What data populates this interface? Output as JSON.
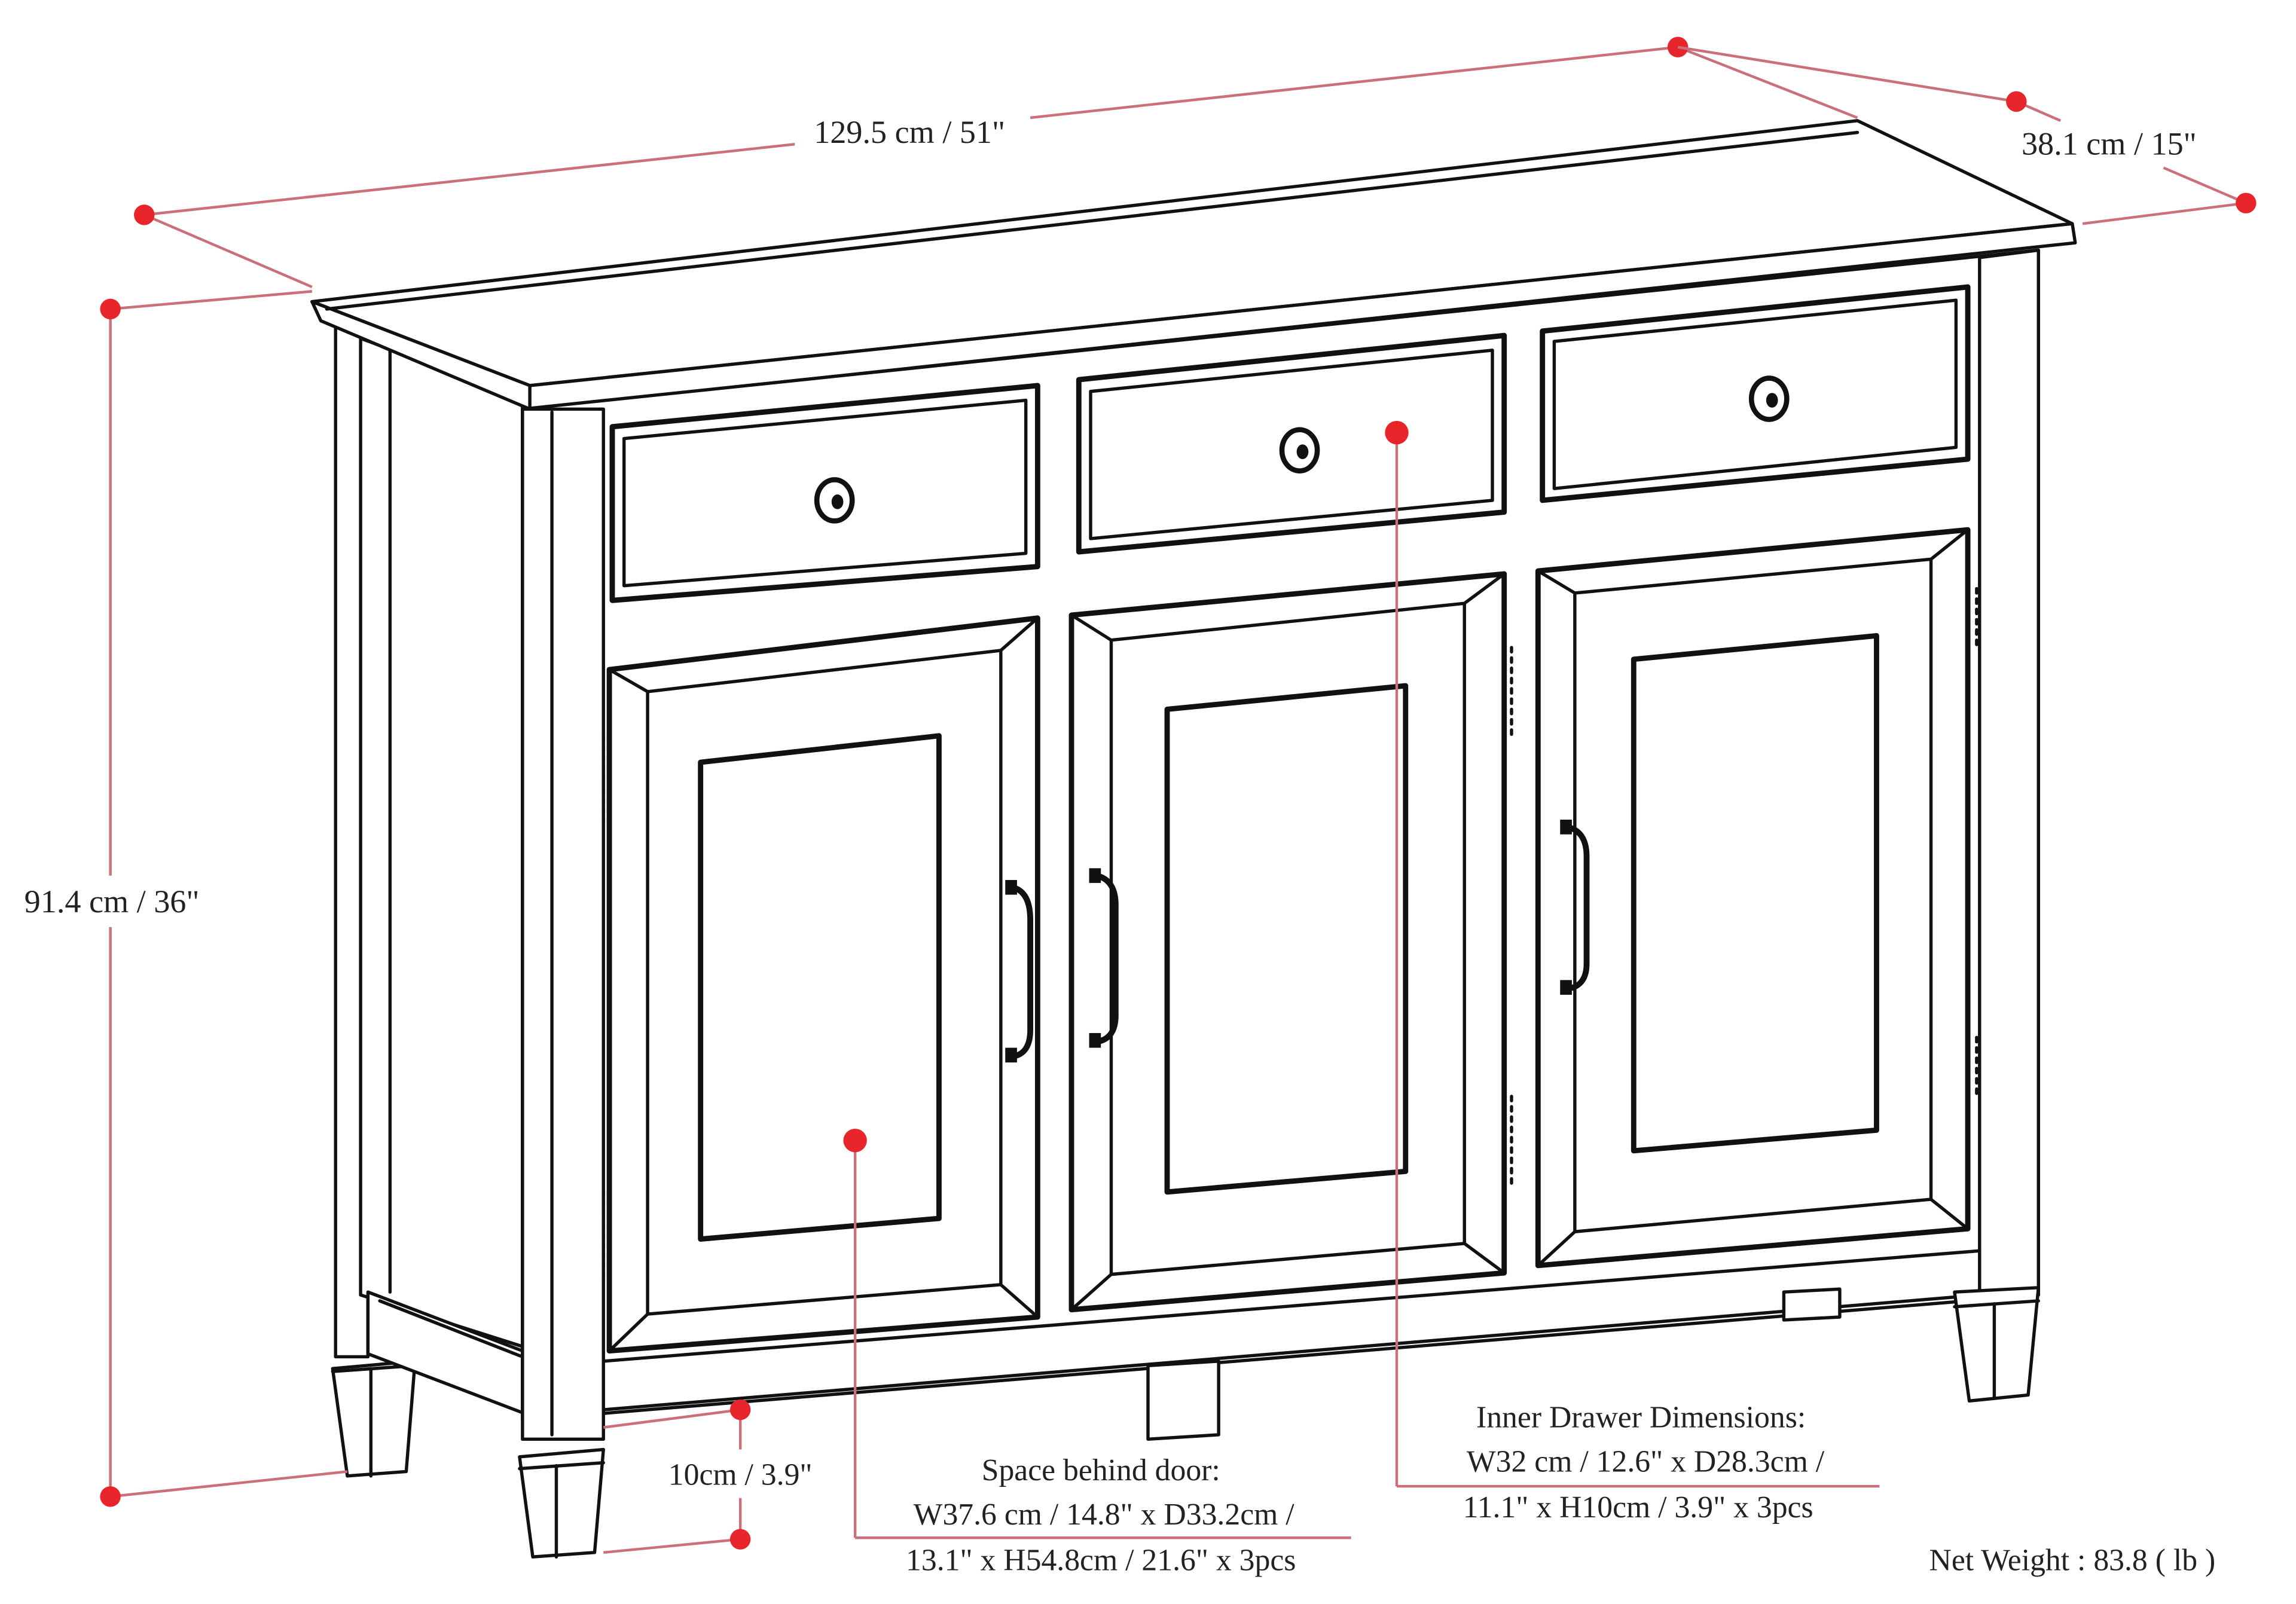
{
  "diagram": {
    "subject": "Sideboard / buffet cabinet with 3 drawers and 3 doors",
    "colors": {
      "line": "#111111",
      "dimension_line": "#c9707a",
      "dimension_dot": "#e8252a",
      "background": "#ffffff",
      "text": "#222222"
    },
    "dimensions": {
      "width": "129.5 cm / 51\"",
      "depth": "38.1 cm / 15\"",
      "height": "91.4 cm / 36\"",
      "leg_clearance": "10cm / 3.9\""
    },
    "callouts": {
      "door_space": {
        "title": "Space behind door:",
        "line1": "W37.6 cm / 14.8\" x D33.2cm /",
        "line2": "13.1\" x H54.8cm / 21.6\" x 3pcs"
      },
      "drawer": {
        "title": "Inner Drawer Dimensions:",
        "line1": "W32 cm / 12.6\" x D28.3cm /",
        "line2": "11.1\" x H10cm / 3.9\" x 3pcs"
      }
    },
    "net_weight": "Net Weight : 83.8 ( lb )",
    "components": {
      "drawers": 3,
      "doors": 3,
      "legs_visible": 4
    }
  }
}
